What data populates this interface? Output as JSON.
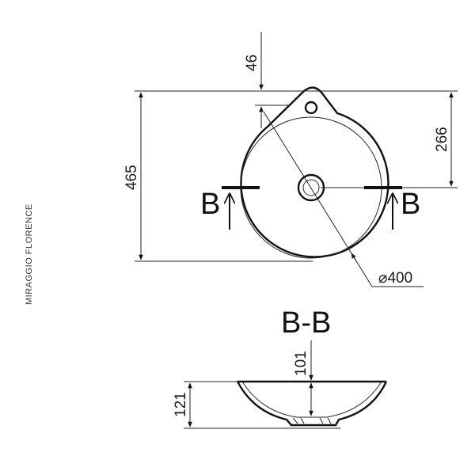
{
  "brand": "MIRAGGIO FLORENCE",
  "plan_view": {
    "dim_overall_height": "465",
    "dim_overflow_offset": "46",
    "dim_center_to_back": "266",
    "dim_diameter": "⌀400",
    "section_marker_left": "B",
    "section_marker_right": "B"
  },
  "section_view": {
    "title": "B-B",
    "dim_bowl_depth": "101",
    "dim_total_height": "121"
  },
  "colors": {
    "line": "#111111",
    "background": "#ffffff"
  }
}
